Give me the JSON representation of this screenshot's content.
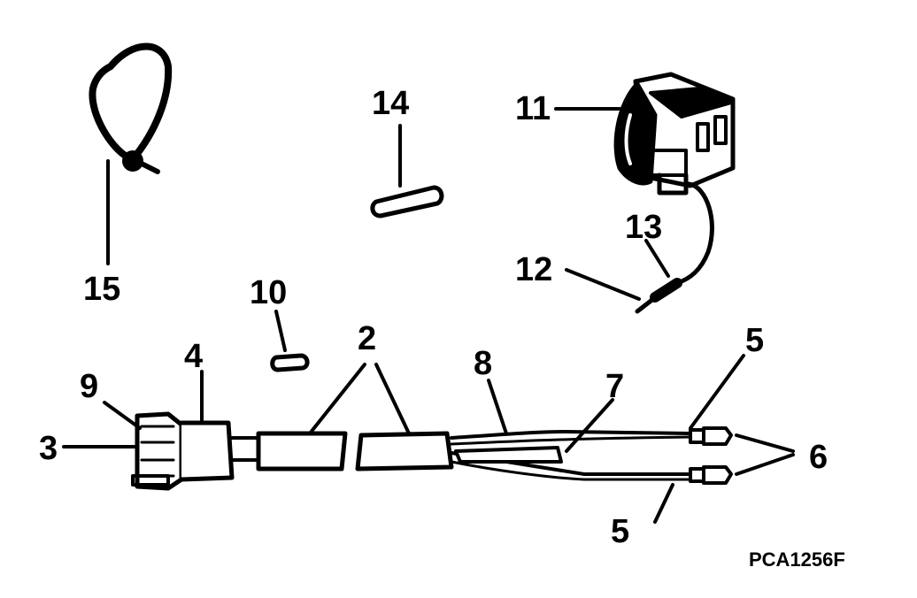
{
  "figure": {
    "code": "PCA1256F",
    "callouts": {
      "c2": "2",
      "c3": "3",
      "c4": "4",
      "c5a": "5",
      "c5b": "5",
      "c6": "6",
      "c7": "7",
      "c8": "8",
      "c9": "9",
      "c10": "10",
      "c11": "11",
      "c12": "12",
      "c13": "13",
      "c14": "14",
      "c15": "15"
    }
  },
  "colors": {
    "ink": "#000000",
    "paper": "#ffffff"
  }
}
